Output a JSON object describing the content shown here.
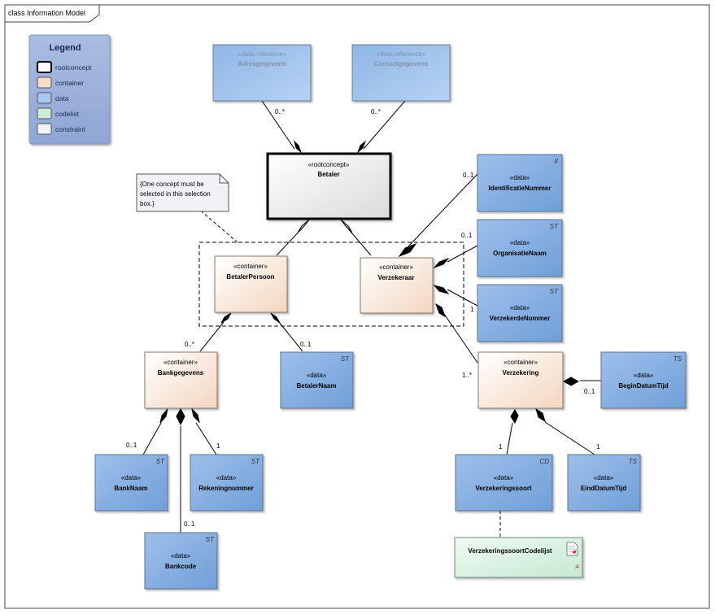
{
  "frame": {
    "title": "class Information Model"
  },
  "legend": {
    "title": "Legend",
    "items": [
      {
        "label": "rootconcept",
        "color": "#ffffff"
      },
      {
        "label": "container",
        "color": "#f7dcc6"
      },
      {
        "label": "data",
        "color": "#a9c8ef"
      },
      {
        "label": "codelist",
        "color": "#c9ecd6"
      },
      {
        "label": "constraint",
        "color": "#f2f2f6"
      }
    ]
  },
  "note": {
    "lines": [
      "{One concept must be",
      "selected in this selection",
      "box.}"
    ]
  },
  "boxes": {
    "adresgegevens": {
      "stereotype": "«data,reference»",
      "name": "Adresgegevens",
      "tag": ""
    },
    "contactgegevens": {
      "stereotype": "«data,reference»",
      "name": "Contactgegevens",
      "tag": ""
    },
    "betaler": {
      "stereotype": "«rootconcept»",
      "name": "Betaler",
      "tag": ""
    },
    "identificatienummer": {
      "stereotype": "«data»",
      "name": "IdentificatieNummer",
      "tag": "II"
    },
    "organisatienaam": {
      "stereotype": "«data»",
      "name": "OrganisatieNaam",
      "tag": "ST"
    },
    "verzekerdenummer": {
      "stereotype": "«data»",
      "name": "VerzekerdeNummer",
      "tag": "ST"
    },
    "betalerpersoon": {
      "stereotype": "«container»",
      "name": "BetalerPersoon",
      "tag": ""
    },
    "verzekeraar": {
      "stereotype": "«container»",
      "name": "Verzekeraar",
      "tag": ""
    },
    "bankgegevens": {
      "stereotype": "«container»",
      "name": "Bankgegevens",
      "tag": ""
    },
    "betalernaam": {
      "stereotype": "«data»",
      "name": "BetalerNaam",
      "tag": "ST"
    },
    "verzekering": {
      "stereotype": "«container»",
      "name": "Verzekering",
      "tag": ""
    },
    "begindatumtijd": {
      "stereotype": "«data»",
      "name": "BeginDatumTijd",
      "tag": "TS"
    },
    "banknaam": {
      "stereotype": "«data»",
      "name": "BankNaam",
      "tag": "ST"
    },
    "rekeningnummer": {
      "stereotype": "«data»",
      "name": "Rekeningnummer",
      "tag": "ST"
    },
    "bankcode": {
      "stereotype": "«data»",
      "name": "Bankcode",
      "tag": "ST"
    },
    "verzekeringssoort": {
      "stereotype": "«data»",
      "name": "Verzekeringssoort",
      "tag": "CD"
    },
    "einddatumtijd": {
      "stereotype": "«data»",
      "name": "EindDatumTijd",
      "tag": "TS"
    },
    "verzekeringssoortcodelijst": {
      "stereotype": "",
      "name": "VerzekeringssoortCodelijst",
      "tag": "A"
    }
  },
  "multiplicities": {
    "adres": "0..*",
    "contact": "0..*",
    "identificatie": "0..1",
    "organisatie": "0..1",
    "verzekerde": "1",
    "bankgegevens": "0..*",
    "betalernaam": "0..1",
    "verzekering": "1..*",
    "begindatum": "0..1",
    "banknaam": "0..1",
    "rekeningnummer": "1",
    "bankcode": "0..1",
    "verzekeringssoort": "1",
    "einddatum": "1"
  }
}
